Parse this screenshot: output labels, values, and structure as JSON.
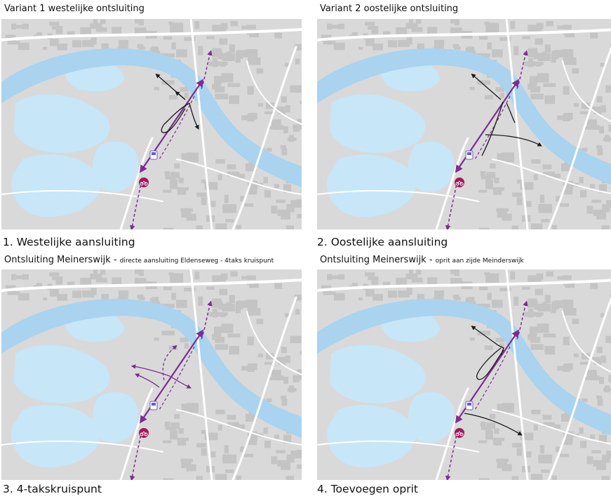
{
  "panels": [
    {
      "title": "Variant 1 westelijke ontsluiting",
      "subtitle": "",
      "caption": "1. Westelijke aansluiting",
      "variant": "west",
      "bike_icon": "bicycle-icon",
      "bus_icon": "bus-icon"
    },
    {
      "title": "Variant 2 oostelijke ontsluiting",
      "subtitle": "",
      "caption": "2. Oostelijke aansluiting",
      "variant": "east",
      "bike_icon": "bicycle-icon",
      "bus_icon": "bus-icon"
    },
    {
      "title": "Ontsluiting Meinerswijk - ",
      "subtitle": "directe aansluiting Eldenseweg - 4taks kruispunt",
      "caption": "3. 4-takskruispunt",
      "variant": "cross",
      "bike_icon": "bicycle-icon",
      "bus_icon": "bus-icon"
    },
    {
      "title": "Ontsluiting Meinerswijk - ",
      "subtitle": "oprit aan zijde Meinderswijk",
      "caption": "4. Toevoegen oprit",
      "variant": "ramp",
      "bike_icon": "bicycle-icon",
      "bus_icon": "bus-icon"
    }
  ],
  "colors": {
    "map_background": "#d9d9d9",
    "river": "#a9d3ef",
    "floodplain_water": "#c7e6f8",
    "buildings": "#bdbdbd",
    "road": "#ffffff",
    "route_purple": "#7a2e8f",
    "access_arrow": "#1a1a1a",
    "bike_marker": "#a0185a"
  }
}
